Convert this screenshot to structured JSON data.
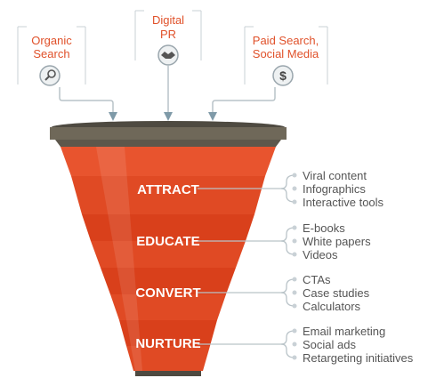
{
  "sources": [
    {
      "id": "organic",
      "lines": [
        "Organic",
        "Search"
      ],
      "icon": "magnifier-icon"
    },
    {
      "id": "digital-pr",
      "lines": [
        "Digital",
        "PR"
      ],
      "icon": "handshake-icon"
    },
    {
      "id": "paid",
      "lines": [
        "Paid Search,",
        "Social Media"
      ],
      "icon": "dollar-icon"
    }
  ],
  "stages": [
    {
      "label": "ATTRACT",
      "items": [
        "Viral content",
        "Infographics",
        "Interactive tools"
      ]
    },
    {
      "label": "EDUCATE",
      "items": [
        "E-books",
        "White papers",
        "Videos"
      ]
    },
    {
      "label": "CONVERT",
      "items": [
        "CTAs",
        "Case studies",
        "Calculators"
      ]
    },
    {
      "label": "NURTURE",
      "items": [
        "Email marketing",
        "Social ads",
        "Retargeting initiatives"
      ]
    }
  ],
  "colors": {
    "accent": "#e0512a",
    "stage_dark": "#d9401b",
    "stage_light": "#e8542e",
    "rim": "#6f6859",
    "rim_dark": "#4e4a41",
    "connector": "#b9c3c8",
    "arrow": "#7f9aa8",
    "frame": "#c9d1d6"
  }
}
